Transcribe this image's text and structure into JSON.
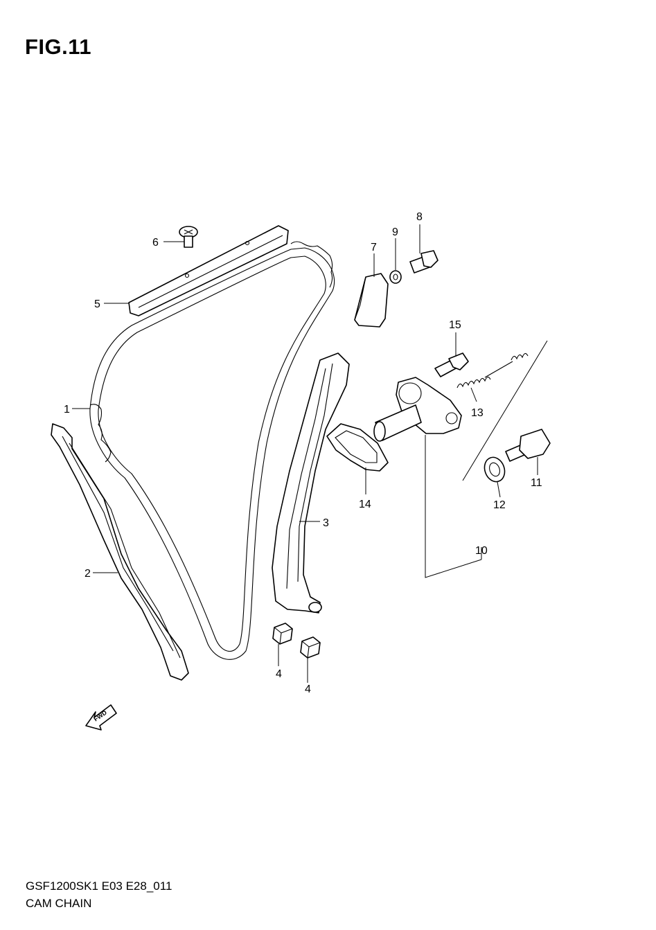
{
  "figure": {
    "title": "FIG.11"
  },
  "footer": {
    "code": "GSF1200SK1 E03 E28_011",
    "name": "CAM CHAIN"
  },
  "callouts": {
    "p1": "1",
    "p2": "2",
    "p3": "3",
    "p4a": "4",
    "p4b": "4",
    "p5": "5",
    "p6": "6",
    "p7": "7",
    "p8": "8",
    "p9": "9",
    "p10": "10",
    "p11": "11",
    "p12": "12",
    "p13": "13",
    "p14": "14",
    "p15": "15"
  },
  "fwd_arrow": {
    "label": "FWD"
  }
}
